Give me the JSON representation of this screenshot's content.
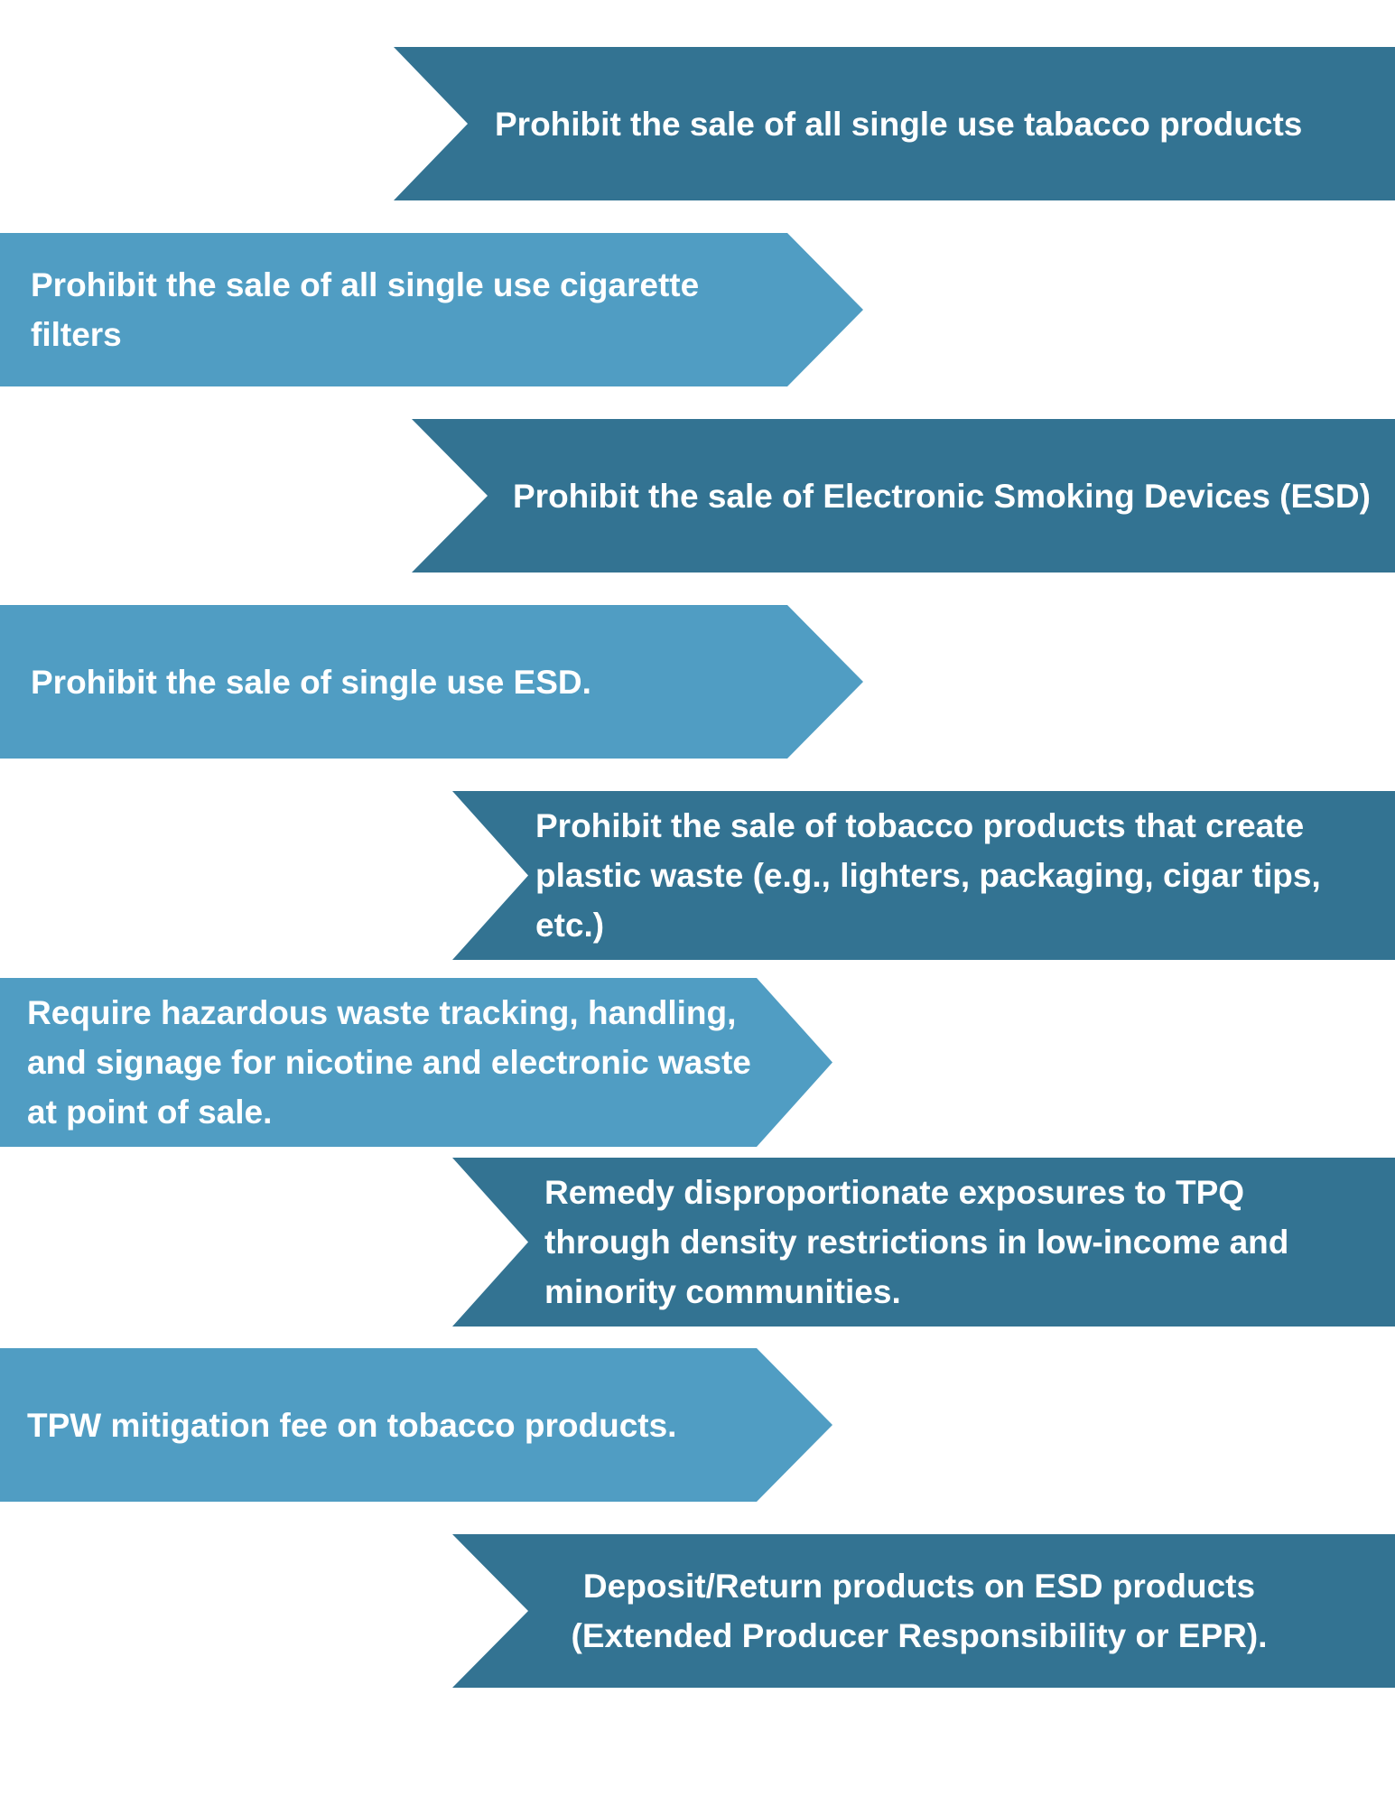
{
  "colors": {
    "dark": "#337392",
    "light": "#509DC3",
    "text": "#FFFFFF",
    "background": "#FFFFFF"
  },
  "steps": [
    {
      "text": "Prohibit the sale of all single use tabacco products"
    },
    {
      "text": "Prohibit the sale of all single use cigarette filters"
    },
    {
      "text": "Prohibit the sale of Electronic Smoking Devices (ESD)"
    },
    {
      "text": "Prohibit the sale of single use ESD."
    },
    {
      "text": "Prohibit the sale of tobacco products that create plastic waste (e.g., lighters, packaging, cigar tips, etc.)"
    },
    {
      "text": "Require hazardous waste tracking, handling, and signage for nicotine and electronic waste at point of sale."
    },
    {
      "text": "Remedy disproportionate exposures to TPQ through density restrictions in low-income and minority communities."
    },
    {
      "text": "TPW mitigation fee on tobacco products."
    },
    {
      "text": "Deposit/Return products on ESD products (Extended Producer Responsibility or EPR)."
    }
  ]
}
